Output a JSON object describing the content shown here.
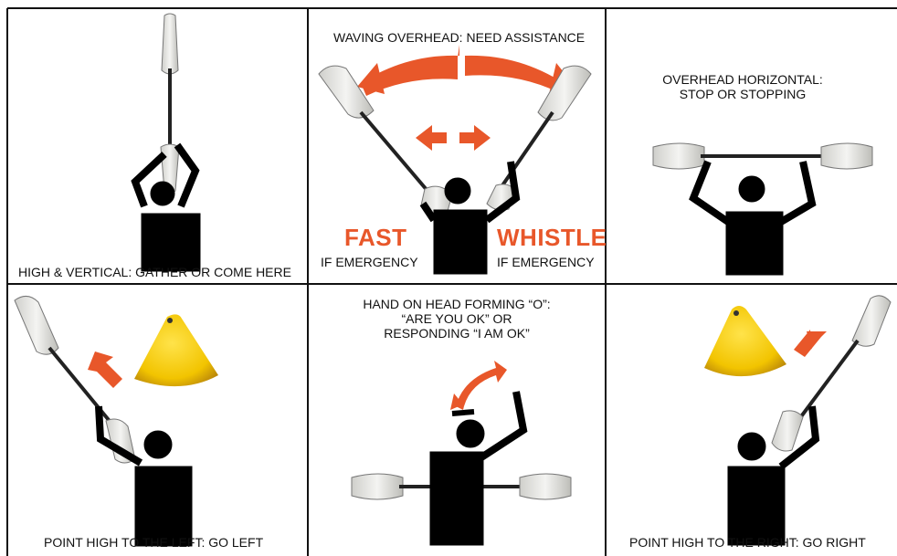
{
  "colors": {
    "accent": "#e8572a",
    "ink": "#000000",
    "border": "#111111",
    "buoy": "#f2c400",
    "blade": "#e8e8e6"
  },
  "icons": [
    "paddle-icon",
    "person-icon",
    "arrow-icon",
    "buoy-icon"
  ],
  "panels": {
    "gather": {
      "caption": "HIGH & VERTICAL: GATHER OR COME HERE"
    },
    "assist": {
      "caption": "WAVING OVERHEAD: NEED ASSISTANCE",
      "fast": "FAST",
      "whistle": "WHISTLE",
      "fast_sub": "IF EMERGENCY",
      "whistle_sub": "IF EMERGENCY"
    },
    "stop": {
      "caption_line1": "OVERHEAD HORIZONTAL:",
      "caption_line2": "STOP OR STOPPING"
    },
    "left": {
      "caption": "POINT HIGH TO THE LEFT: GO LEFT"
    },
    "ok": {
      "caption_line1": "HAND ON HEAD FORMING “O”:",
      "caption_line2": "“ARE YOU OK” OR",
      "caption_line3": "RESPONDING “I AM OK”"
    },
    "right": {
      "caption": "POINT HIGH TO THE RIGHT: GO RIGHT"
    }
  }
}
